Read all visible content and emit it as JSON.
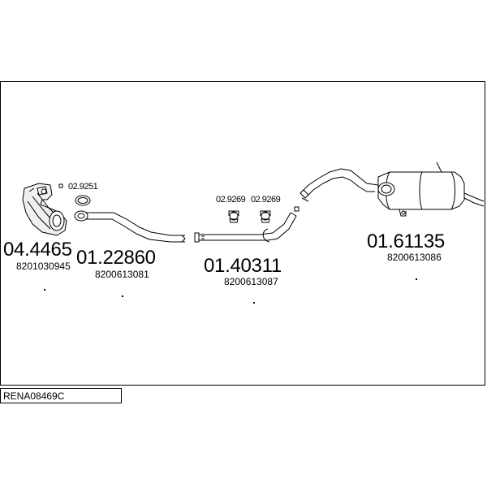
{
  "diagram": {
    "code": "RENA08469C",
    "parts": [
      {
        "number": "04.4465",
        "oem": "8201030945"
      },
      {
        "number": "01.22860",
        "oem": "8200613081"
      },
      {
        "number": "01.40311",
        "oem": "8200613087"
      },
      {
        "number": "01.61135",
        "oem": "8200613086"
      }
    ],
    "accessories": [
      {
        "number": "02.9251"
      },
      {
        "number": "02.9269"
      },
      {
        "number": "02.9269"
      }
    ]
  }
}
